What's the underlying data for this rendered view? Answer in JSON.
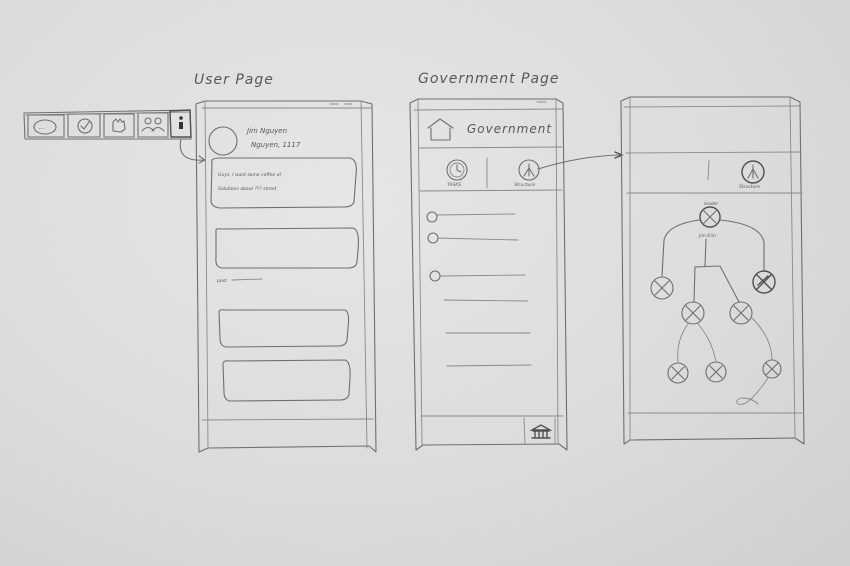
{
  "user_page": {
    "title": "User Page",
    "profile_name_line1": "Jim Nguyen",
    "profile_name_line2": "Nguyen, 1117",
    "post_text_line1": "Guys, I want some coffee at",
    "post_text_line2": "Solutions about ??? street",
    "feed_label": "post",
    "toolbar_icons": [
      "chat-icon",
      "check-icon",
      "hand-icon",
      "people-icon",
      "person-icon"
    ]
  },
  "government_page": {
    "title": "Government Page",
    "header_label": "Government",
    "tabs": [
      {
        "label": "TASKS",
        "icon": "clock-icon"
      },
      {
        "label": "Structure",
        "icon": "structure-icon"
      }
    ],
    "bottom_icon": "government-building-icon"
  },
  "structure_page": {
    "tab_label": "Structure",
    "root_node_label": "leader",
    "root_sub_label": "Jim Kim"
  }
}
